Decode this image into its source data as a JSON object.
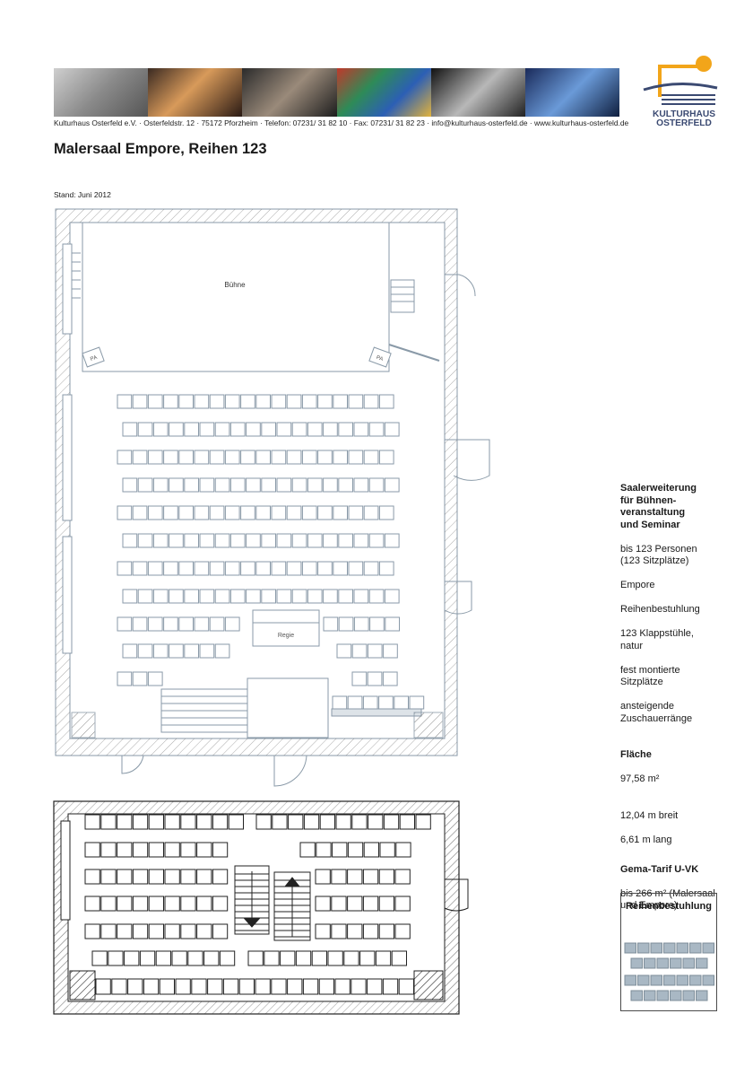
{
  "header": {
    "address_line": "Kulturhaus Osterfeld e.V. · Osterfeldstr. 12 · 75172 Pforzheim · Telefon: 07231/ 31 82 10 · Fax: 07231/ 31 82 23 · info@kulturhaus-osterfeld.de · www.kulturhaus-osterfeld.de",
    "logo_line1": "KULTURHAUS",
    "logo_line2": "OSTERFELD"
  },
  "page_title": "Malersaal Empore, Reihen 123",
  "stand": "Stand: Juni 2012",
  "plan": {
    "stage_label": "Bühne",
    "pa_label": "PA",
    "regie_label": "Regie"
  },
  "info": {
    "heading": "Saalerweiterung\nfür Bühnen-\nveranstaltung\nund Seminar",
    "capacity": "bis 123 Personen\n(123 Sitzplätze)",
    "location": "Empore",
    "seating": "Reihenbestuhlung",
    "chairs": "123 Klappstühle,\nnatur",
    "fixed": "fest montierte\nSitzplätze",
    "tiers": "ansteigende\nZuschauerränge",
    "area_label": "Fläche",
    "area_value": "97,58 m²",
    "width": "12,04 m breit",
    "length": "6,61 m lang",
    "gema_label": "Gema-Tarif U-VK",
    "gema_value": "bis 266 m² (Malersaal\nund Empore)"
  },
  "legend": {
    "title": "Reihenbestuhlung",
    "seat_color": "#a9b8c4"
  }
}
